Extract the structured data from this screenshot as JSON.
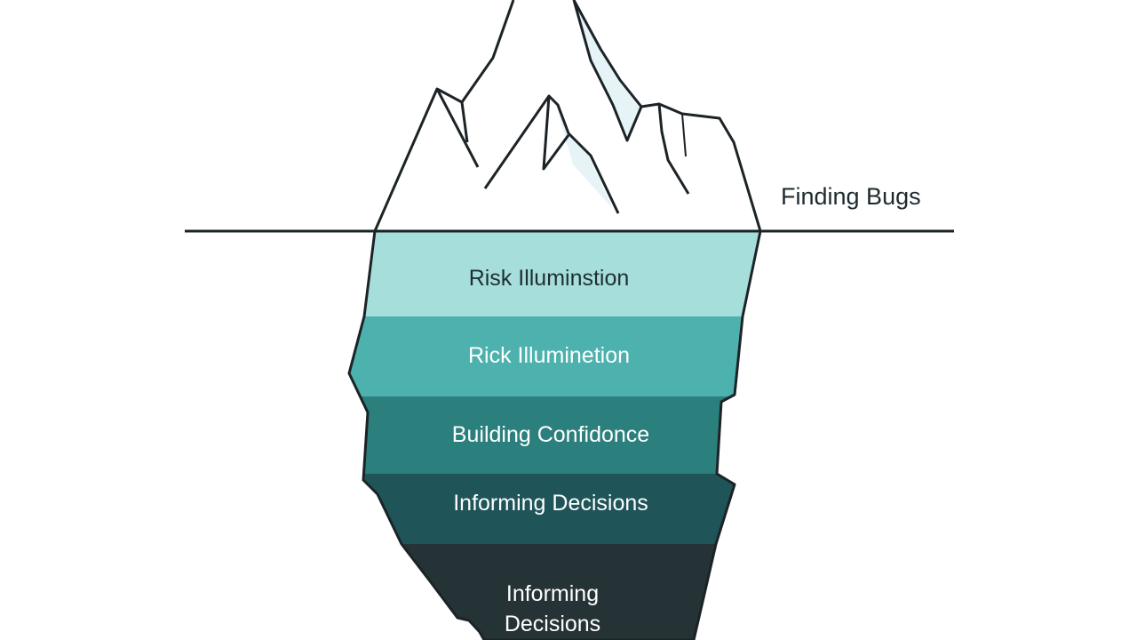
{
  "diagram": {
    "above_water_label": "Finding Bugs",
    "layers": [
      {
        "label": "Risk Illuminstion",
        "fill": "#a6dedb",
        "text_color": "#1f2f33"
      },
      {
        "label": "Rick Illuminetion",
        "fill": "#4db1ad",
        "text_color": "#ffffff"
      },
      {
        "label": "Building Confidonce",
        "fill": "#2b7f7d",
        "text_color": "#ffffff"
      },
      {
        "label": "Informing Decisions",
        "fill": "#1f5459",
        "text_color": "#ffffff"
      },
      {
        "label": "Informing",
        "label_line2": "Decisions",
        "fill": "#263336",
        "text_color": "#ffffff"
      }
    ],
    "colors": {
      "outline": "#1c2326",
      "ice_shade": "#e6f3f7",
      "background": "#ffffff"
    }
  }
}
